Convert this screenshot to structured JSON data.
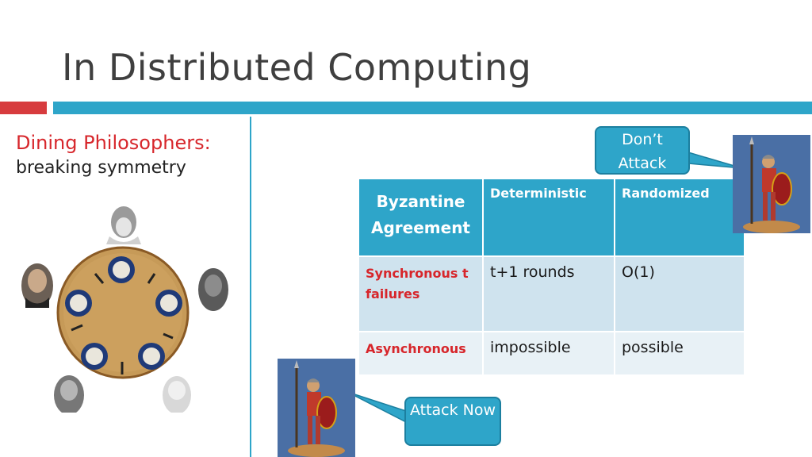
{
  "title": "In Distributed Computing",
  "left_panel": {
    "heading": "Dining Philosophers:",
    "subheading": "breaking symmetry"
  },
  "table": {
    "headers": [
      "Byzantine Agreement",
      "Deterministic",
      "Randomized"
    ],
    "rows": [
      {
        "label": "Synchronous t failures",
        "deterministic": "t+1  rounds",
        "randomized": "O(1)"
      },
      {
        "label": "Asynchronous",
        "deterministic": "impossible",
        "randomized": "possible"
      }
    ]
  },
  "callouts": {
    "top": "Don’t Attack",
    "bottom": "Attack Now"
  },
  "colors": {
    "accent_blue": "#2ea5c9",
    "accent_red": "#d73b3e",
    "table_row_dark": "#cfe3ee",
    "table_row_light": "#e8f1f6"
  },
  "icons": [
    "soldier-figure",
    "dining-table",
    "philosopher-bust",
    "fork-icon",
    "plate-icon"
  ]
}
